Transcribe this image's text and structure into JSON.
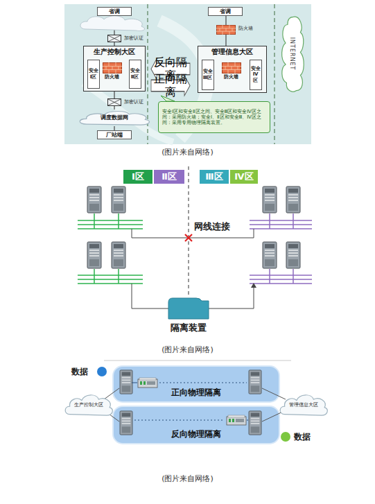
{
  "diagram": {
    "nodes": [
      {
        "text": [
          "省调"
        ]
      },
      {
        "text": [
          "省调"
        ]
      },
      {
        "text": [
          "防火墙"
        ]
      },
      {
        "text": [
          "加密认证"
        ]
      },
      {
        "text": [
          "生产控制大区"
        ]
      },
      {
        "text": [
          "安全Ⅰ区"
        ],
        "in": 4
      },
      {
        "text": [
          "防火墙"
        ],
        "in": 4
      },
      {
        "text": [
          "安全Ⅱ区"
        ],
        "in": 4
      },
      {
        "text": [
          "管理信息大区"
        ]
      },
      {
        "text": [
          "安全Ⅲ区"
        ],
        "in": 8
      },
      {
        "text": [
          "防火墙"
        ],
        "in": 8
      },
      {
        "text": [
          "安全Ⅳ区"
        ],
        "in": 8
      },
      {
        "text": [
          "反向隔离"
        ]
      },
      {
        "text": [
          "正向隔离"
        ]
      },
      {
        "text": [
          "INTERNET"
        ]
      },
      {
        "text": [
          "安全Ⅰ区和安全Ⅱ区之间、安全Ⅲ区和安全Ⅳ区之间：采用防火墙；安全Ⅰ、Ⅱ区和安全Ⅲ、Ⅳ区之间：采用专用物理隔离装置。"
        ]
      },
      {
        "text": [
          "加密认证"
        ]
      },
      {
        "text": [
          "调度数据网"
        ]
      },
      {
        "text": [
          "厂站端"
        ]
      },
      {
        "text": [
          "Ⅰ区"
        ]
      },
      {
        "text": [
          "Ⅱ区"
        ]
      },
      {
        "text": [
          "Ⅲ区"
        ]
      },
      {
        "text": [
          "Ⅳ区"
        ]
      },
      {
        "text": [
          "隔离装置"
        ]
      },
      {
        "text": [
          "生产控制大区"
        ]
      },
      {
        "text": [
          "正向物理隔离"
        ]
      },
      {
        "text": [
          "反向物理隔离"
        ]
      },
      {
        "text": [
          "管理信息大区"
        ]
      }
    ],
    "edges": [
      {
        "from": 0,
        "to": 3,
        "arrow": "none"
      },
      {
        "from": 3,
        "to": 4,
        "arrow": "none"
      },
      {
        "from": 4,
        "to": 16,
        "arrow": "none"
      },
      {
        "from": 16,
        "to": 17,
        "arrow": "none"
      },
      {
        "from": 17,
        "to": 18,
        "arrow": "none"
      },
      {
        "from": 1,
        "to": 2,
        "arrow": "none"
      },
      {
        "from": 2,
        "to": 8,
        "arrow": "none"
      }
    ],
    "labels": [
      "(图片来自网络)",
      "网线连接",
      "(图片来自网络)",
      "数据",
      "数据",
      "(图片来自网络)"
    ]
  }
}
